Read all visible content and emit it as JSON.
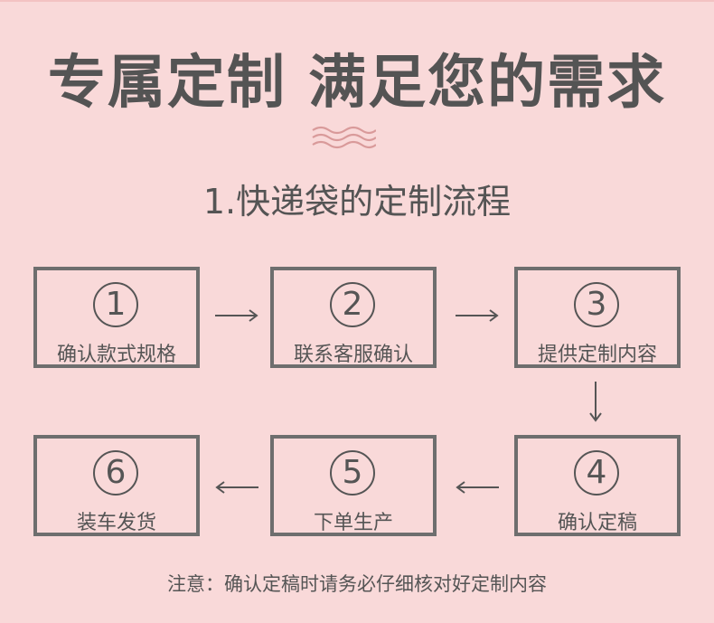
{
  "title": "专属定制 满足您的需求",
  "subtitle": "1.快递袋的定制流程",
  "steps": [
    {
      "num": "1",
      "label": "确认款式规格"
    },
    {
      "num": "2",
      "label": "联系客服确认"
    },
    {
      "num": "3",
      "label": "提供定制内容"
    },
    {
      "num": "4",
      "label": "确认定稿"
    },
    {
      "num": "5",
      "label": "下单生产"
    },
    {
      "num": "6",
      "label": "装车发货"
    }
  ],
  "note": "注意：确认定稿时请务必仔细核对好定制内容",
  "colors": {
    "background": "#f9d9d9",
    "border": "#6e6e6e",
    "text": "#555555",
    "wave": "#d99a9a"
  },
  "icons": [
    "wave-divider-icon",
    "arrow-right-icon",
    "arrow-down-icon",
    "arrow-left-icon"
  ]
}
